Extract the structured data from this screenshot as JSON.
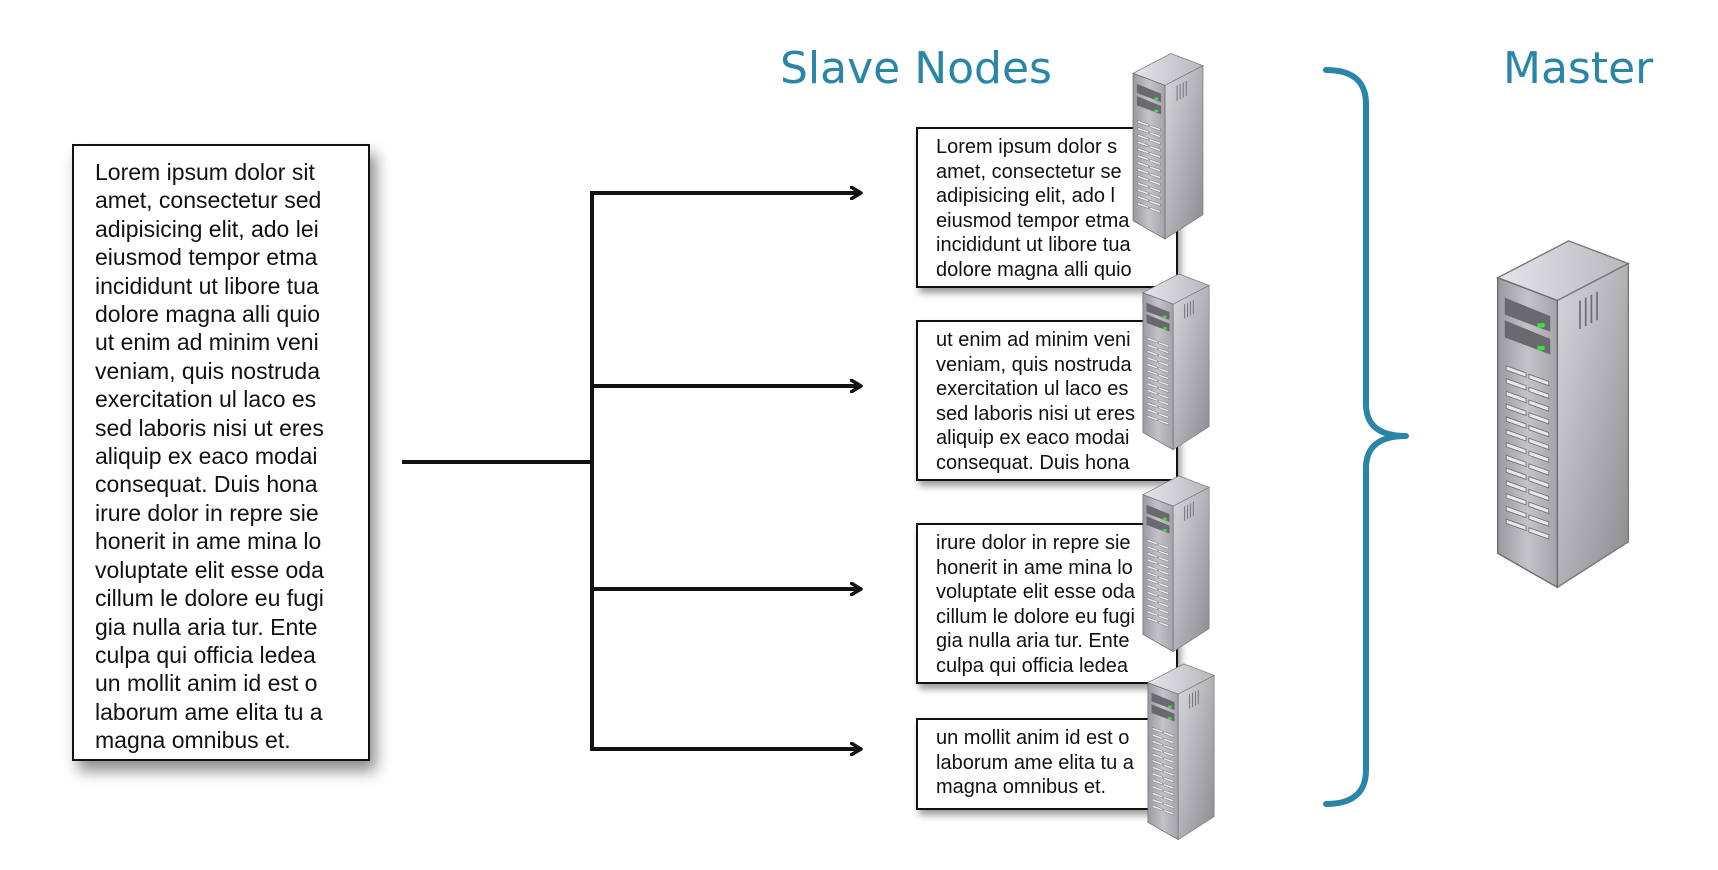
{
  "labels": {
    "slave_nodes": "Slave Nodes",
    "master": "Master"
  },
  "source_document": {
    "lines": [
      "Lorem ipsum dolor sit",
      "amet, consectetur sed",
      "adipisicing elit, ado lei",
      "eiusmod tempor etma",
      "incididunt ut libore tua",
      "dolore magna alli quio",
      "ut enim ad minim veni",
      "veniam, quis nostruda",
      "exercitation ul laco es",
      "sed laboris nisi ut eres",
      "aliquip ex eaco modai",
      "consequat. Duis hona",
      "irure dolor in repre sie",
      "honerit in ame mina lo",
      "voluptate elit esse oda",
      "cillum le dolore eu fugi",
      "gia nulla aria tur. Ente",
      "culpa qui officia ledea",
      "un mollit anim id est o",
      "laborum ame elita tu a",
      "magna omnibus et."
    ]
  },
  "chunks": [
    {
      "lines": [
        "Lorem ipsum dolor s",
        "amet, consectetur se",
        "adipisicing elit, ado l",
        "eiusmod tempor etma",
        "incididunt ut libore tua",
        "dolore magna alli quio"
      ]
    },
    {
      "lines": [
        "ut enim ad minim veni",
        "veniam, quis nostruda",
        "exercitation ul laco es",
        "sed laboris nisi ut eres",
        "aliquip ex eaco modai",
        "consequat. Duis hona"
      ]
    },
    {
      "lines": [
        "irure dolor in repre sie",
        "honerit in ame mina lo",
        "voluptate elit esse oda",
        "cillum le dolore eu fugi",
        "gia nulla aria tur. Ente",
        "culpa qui officia ledea"
      ]
    },
    {
      "lines": [
        "un mollit anim id est o",
        "laborum ame elita tu a",
        "magna omnibus et."
      ]
    }
  ],
  "colors": {
    "accent": "#2a86a8",
    "connector": "#111111",
    "server_body": "#a8a8ac"
  },
  "icons": {
    "slave_server": "server-tower-icon",
    "master_server": "server-tower-icon"
  }
}
